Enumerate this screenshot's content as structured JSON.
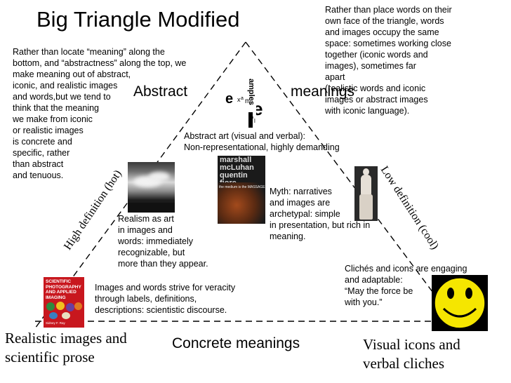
{
  "title": "Big Triangle Modified",
  "top_right_note": "Rather than place words on their\nown face of the triangle, words\nand images occupy the same\nspace: sometimes working close\ntogether (iconic words and\n              images), sometimes far\n                                            apart\n       (realistic words and iconic\n       images or abstract images\n             with iconic language).",
  "left_note": "Rather than locate “meaning” along the\nbottom, and “abstractness” along the top, we\nmake meaning out of abstract,\niconic, and realistic images\nand words,but we tend to\nthink that the meaning\nwe make from iconic\nor realistic images\nis concrete and\nspecific, rather\nthan abstract\nand tenuous.",
  "apex_left_label": "Abstract",
  "apex_right_label": "meanings",
  "abstract_art_note": "Abstract art (visual and verbal):\nNon-representational, highly demanding",
  "myth_note": "Myth: narratives\nand images are\narchetypal: simple\nin presentation, but rich in\nmeaning.",
  "realism_note": "Realism as art\nin images and\nwords: immediately\nrecognizable, but\nmore than they appear.",
  "veracity_note": "Images and words strive for veracity\nthrough labels, definitions,\ndescriptions: scientistic discourse.",
  "cliche_note": "Clichés and icons are engaging\nand adaptable:\n“May the force be\nwith you.”",
  "left_side_label": "High definition (hot)",
  "right_side_label": "Low definition (cool)",
  "bottom_center_label": "Concrete meanings",
  "bottom_left_label": "Realistic images and\nscientific prose",
  "bottom_right_label": "Visual icons and\nverbal cliches",
  "book_cover_text": "SCIENTIFIC\nPHOTOGRAPHY\nAND APPLIED\nIMAGING",
  "book_cover_author": "Sidney F. Ray",
  "mcluhan_cover_top": "marshall\nmcLuhan\nquentin fiore",
  "mcluhan_cover_sub": "the medium is the MASSAGE",
  "colors": {
    "book_red": "#c8171e",
    "smiley_yellow": "#f5e600",
    "photo_dark": "#2a2a2a"
  }
}
